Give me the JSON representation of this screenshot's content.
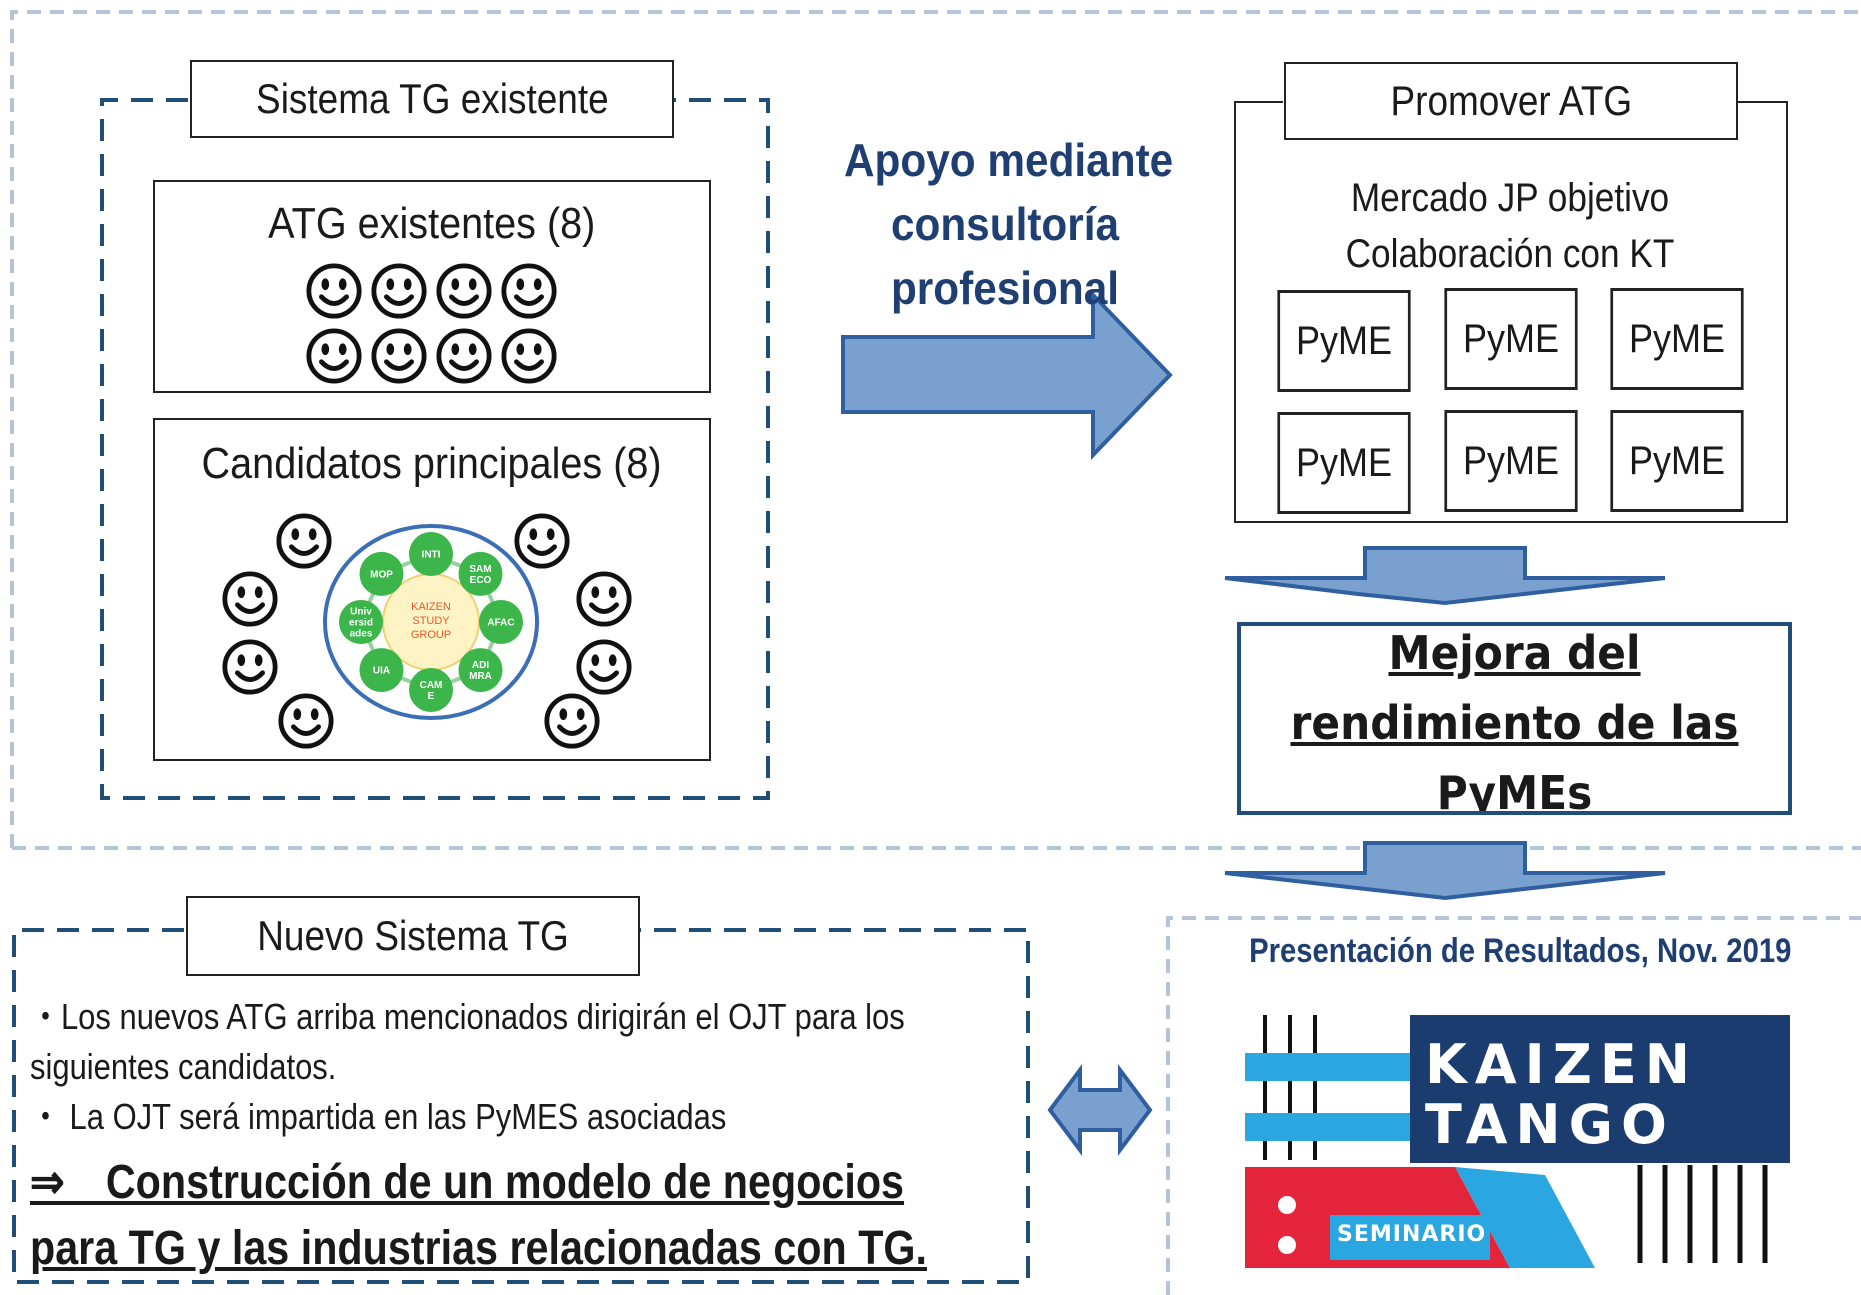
{
  "existing_system": {
    "title": "Sistema TG existente",
    "atg_box": {
      "title": "ATG existentes (8)",
      "smiley_count": 8
    },
    "candidates_box": {
      "title": "Candidatos principales (8)",
      "smiley_count": 8,
      "network": {
        "center": "KAIZEN STUDY GROUP",
        "nodes": [
          "INTI",
          "SAM ECO",
          "AFAC",
          "ADI MRA",
          "CAM E",
          "UIA",
          "Univ ersid ades",
          "MOP"
        ]
      }
    }
  },
  "arrow_label": [
    "Apoyo mediante",
    "consultoría",
    "profesional"
  ],
  "promote": {
    "title": "Promover ATG",
    "lines": [
      "Mercado JP objetivo",
      "Colaboración con KT"
    ],
    "pymes": [
      "PyME",
      "PyME",
      "PyME",
      "PyME",
      "PyME",
      "PyME"
    ]
  },
  "improvement": {
    "lines": [
      "Mejora del",
      "rendimiento de las",
      "PyMEs"
    ]
  },
  "new_system": {
    "title": "Nuevo Sistema TG",
    "bullet1_a": "・Los nuevos ATG arriba mencionados dirigirán el OJT para los",
    "bullet1_b": "siguientes candidatos.",
    "bullet2": "・ La OJT será impartida en las PyMES asociadas",
    "conclusion_a": "⇒　Construcción de un modelo de negocios",
    "conclusion_b": "para TG y las industrias relacionadas con TG."
  },
  "results": {
    "title": "Presentación de Resultados, Nov. 2019",
    "logo_word1": "KAIZEN",
    "logo_word2": "TANGO",
    "logo_tag": "SEMINARIO"
  },
  "colors": {
    "dash_blue": "#1f4e79",
    "dash_gray": "#b6c4d8",
    "arrow_fill": "#7aa0d0",
    "arrow_stroke": "#2f5f9e",
    "text_blue": "#1f3f73",
    "node_green": "#3cb54a",
    "logo_navy": "#1a3c6e",
    "logo_cyan": "#2aa7e0",
    "logo_red": "#e3243b"
  }
}
